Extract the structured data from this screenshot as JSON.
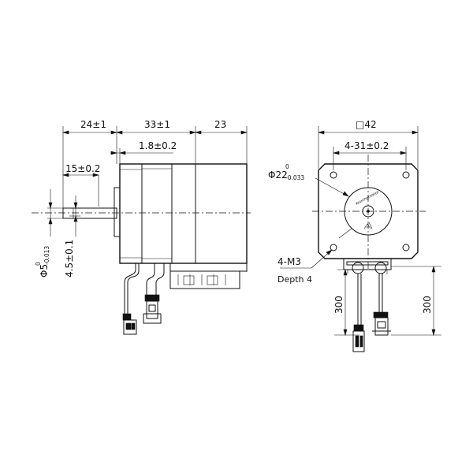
{
  "side_view": {
    "dim_24": "24±1",
    "dim_33": "33±1",
    "dim_23": "23",
    "dim_1_8": "1.8±0.2",
    "dim_15": "15±0.2",
    "shaft_dia": {
      "sym": "Φ5",
      "upper": "0",
      "lower": "-0.013"
    },
    "flat_dim": "4.5±0.1"
  },
  "front_view": {
    "square": "□42",
    "hole_spacing": "4-31±0.2",
    "pilot_dia": {
      "sym": "Φ22",
      "upper": "0",
      "lower": "-0.033"
    },
    "screw": "4-M3",
    "depth": "Depth 4",
    "lead_len_left": "300",
    "lead_len_right": "300",
    "label_text": "wuxingmotor"
  }
}
